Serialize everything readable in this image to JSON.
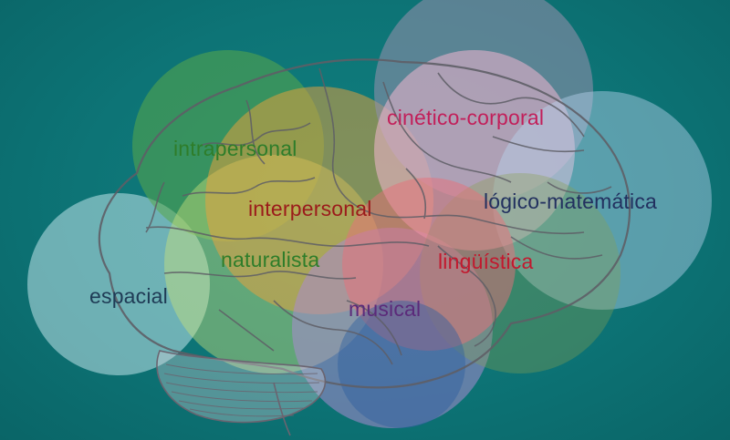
{
  "diagram": {
    "intelligences": [
      {
        "id": "intrapersonal",
        "label": "intrapersonal",
        "color": "#2e7d2a",
        "circle_color": "#5aa84a"
      },
      {
        "id": "interpersonal",
        "label": "interpersonal",
        "color": "#9b1b1b",
        "circle_color": "#f0a23a"
      },
      {
        "id": "naturalista",
        "label": "naturalista",
        "color": "#2e7d2a",
        "circle_color": "#c8e07a"
      },
      {
        "id": "espacial",
        "label": "espacial",
        "color": "#1f3b55",
        "circle_color": "#bfe3ea"
      },
      {
        "id": "musical",
        "label": "musical",
        "color": "#5b2a7a",
        "circle_color": "#a98bcf"
      },
      {
        "id": "linguistica",
        "label": "lingüística",
        "color": "#c2192e",
        "circle_color": "#e8707a"
      },
      {
        "id": "cinetico",
        "label": "cinético-corporal",
        "color": "#c21f5a",
        "circle_color": "#f2b6cf"
      },
      {
        "id": "logico",
        "label": "lógico-matemática",
        "color": "#22305f",
        "circle_color": "#b8d2ee"
      }
    ],
    "background_color": "#0d7476"
  }
}
